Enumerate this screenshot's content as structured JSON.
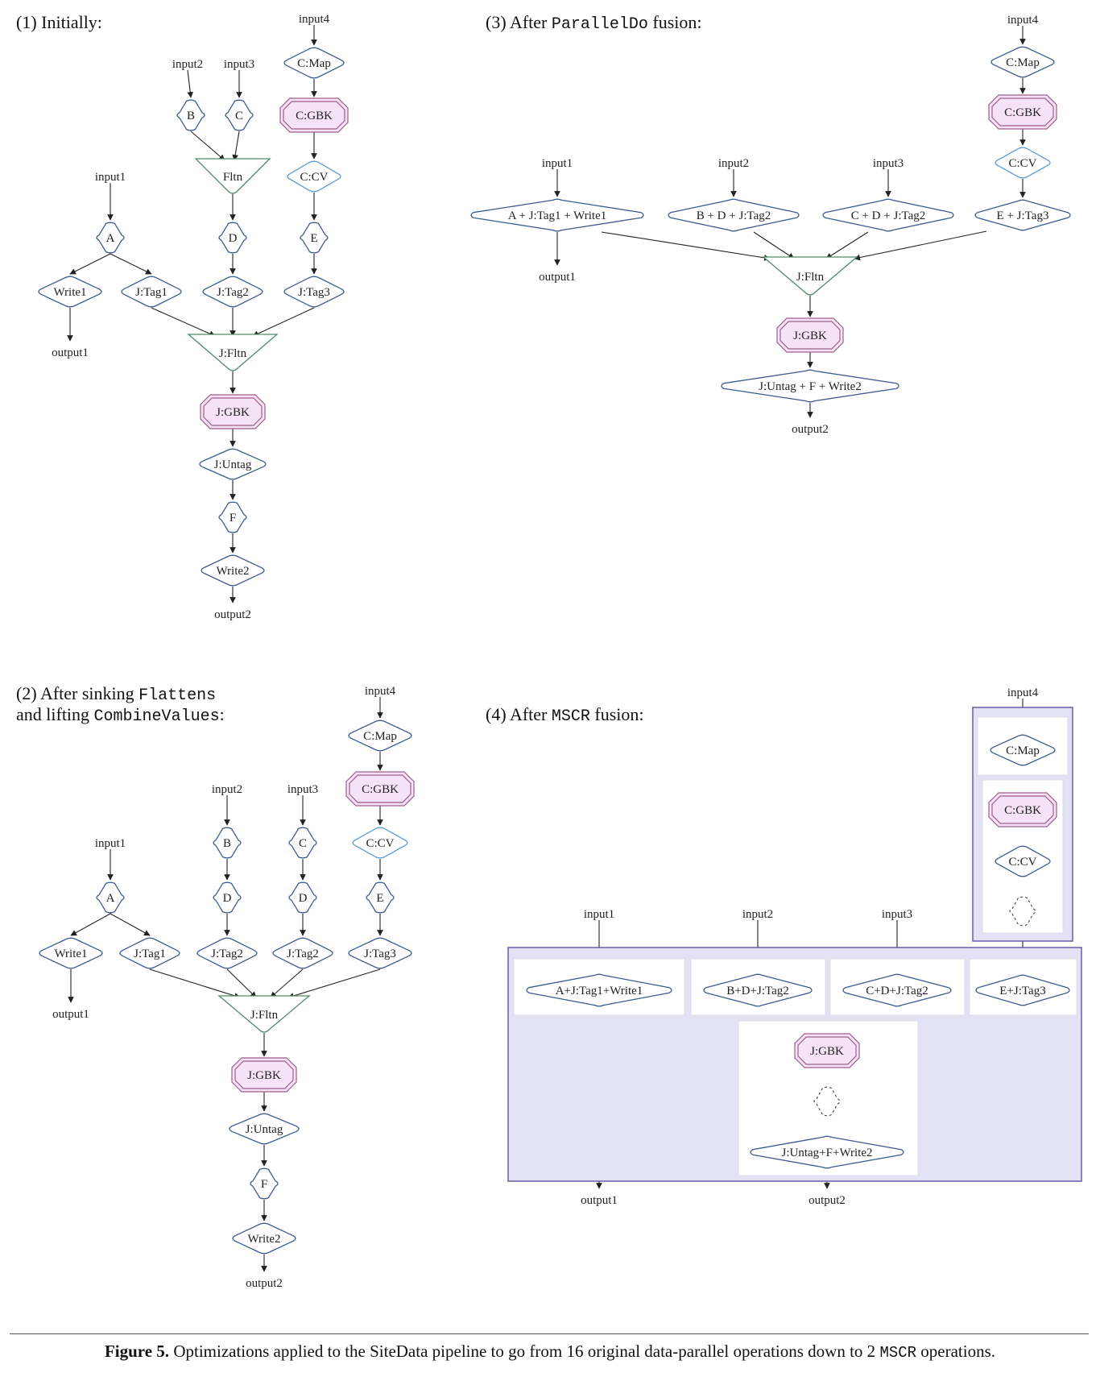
{
  "panels": {
    "p1": {
      "title": "(1) Initially:"
    },
    "p3": {
      "title_pre": "(3) After ",
      "title_code": "ParallelDo",
      "title_post": " fusion:"
    },
    "p2": {
      "title_line1_pre": "(2) After sinking ",
      "title_line1_code": "Flattens",
      "title_line2_pre": "and lifting ",
      "title_line2_code": "CombineValues",
      "title_line2_post": ":"
    },
    "p4": {
      "title_pre": "(4) After ",
      "title_code": "MSCR",
      "title_post": " fusion:"
    }
  },
  "labels": {
    "input1": "input1",
    "input2": "input2",
    "input3": "input3",
    "input4": "input4",
    "output1": "output1",
    "output2": "output2",
    "A": "A",
    "B": "B",
    "C": "C",
    "D": "D",
    "E": "E",
    "F": "F",
    "CMap": "C:Map",
    "CGBK": "C:GBK",
    "CCV": "C:CV",
    "Fltn": "Fltn",
    "JFltn": "J:Fltn",
    "JGBK": "J:GBK",
    "JUntag": "J:Untag",
    "Write1": "Write1",
    "Write2": "Write2",
    "JTag1": "J:Tag1",
    "JTag2": "J:Tag2",
    "JTag3": "J:Tag3",
    "p3_A": "A + J:Tag1 + Write1",
    "p3_B": "B + D + J:Tag2",
    "p3_C": "C + D + J:Tag2",
    "p3_E": "E + J:Tag3",
    "p3_Untag": "J:Untag + F + Write2",
    "p4_A": "A+J:Tag1+Write1",
    "p4_B": "B+D+J:Tag2",
    "p4_C": "C+D+J:Tag2",
    "p4_E": "E+J:Tag3",
    "p4_Untag": "J:Untag+F+Write2"
  },
  "caption": {
    "figure": "Figure 5.",
    "text_pre": "  Optimizations applied to the SiteData pipeline to go from 16 original data-parallel operations down to 2 ",
    "code": "MSCR",
    "text_post": " operations."
  }
}
